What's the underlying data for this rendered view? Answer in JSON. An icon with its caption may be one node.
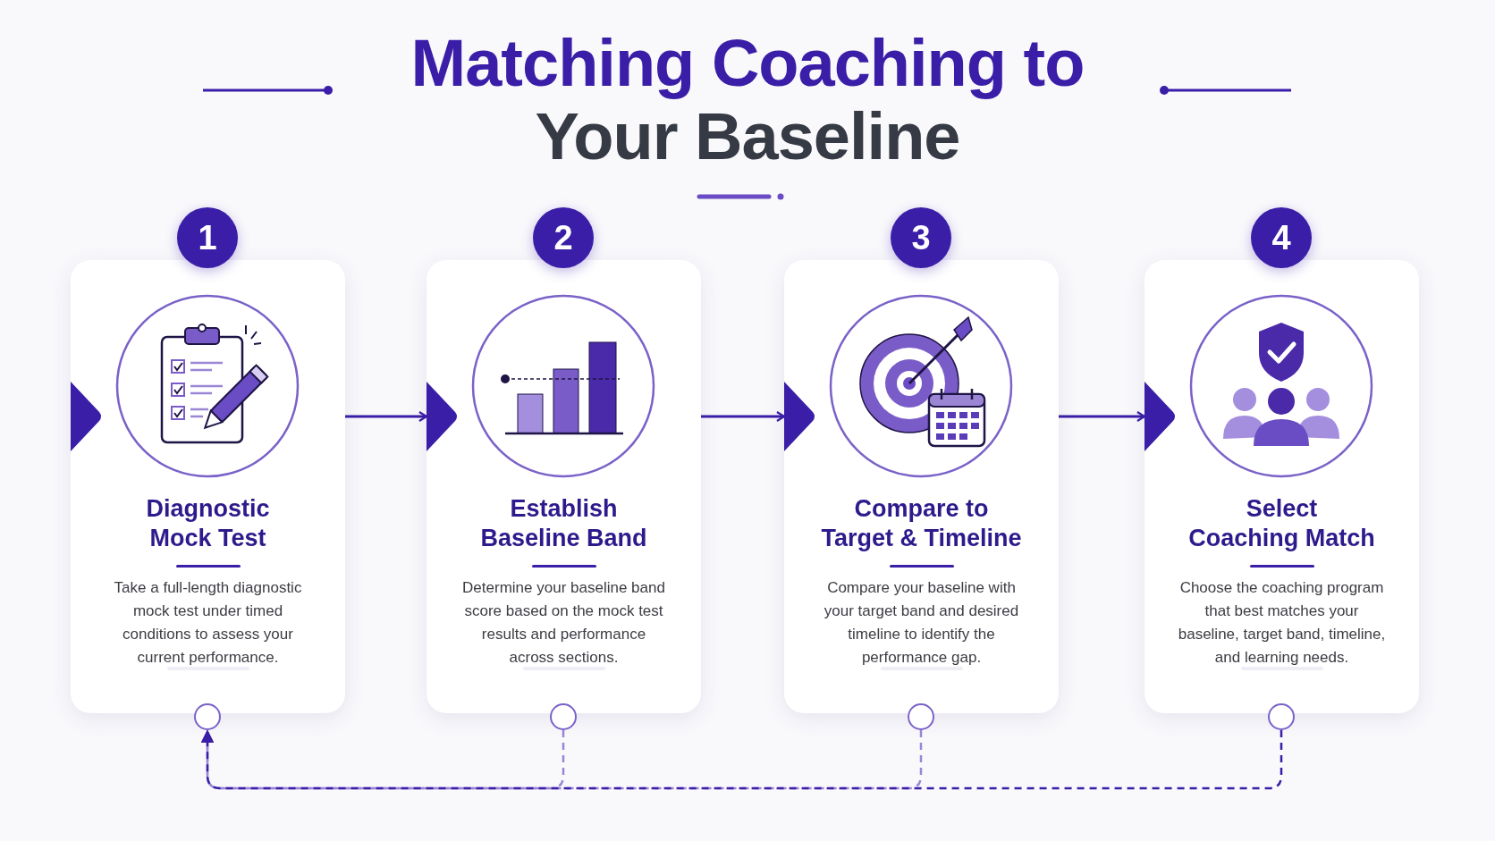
{
  "diagram": {
    "title": "Matching Coaching to Your Baseline",
    "nodes": [
      {
        "text": [
          "1"
        ]
      },
      {
        "text": [
          "Diagnostic Mock Test",
          "Take a full-length diagnostic mock test under timed conditions to assess your current performance."
        ]
      },
      {
        "text": [],
        "shape": "circle"
      },
      {
        "text": [
          "2"
        ]
      },
      {
        "text": [
          "Establish Baseline Band",
          "Determine your baseline band score based on the mock test results and performance across sections."
        ]
      },
      {
        "text": [],
        "shape": "circle"
      },
      {
        "text": [
          "3"
        ]
      },
      {
        "text": [
          "Compare to Target & Timeline",
          "Compare your baseline with your target band and desired timeline to identify the performance gap."
        ]
      },
      {
        "text": [],
        "shape": "circle"
      },
      {
        "text": [
          "4"
        ]
      },
      {
        "text": [
          "Select Coaching Match",
          "Choose the coaching program that best matches your baseline, target band, timeline, and learning needs."
        ]
      },
      {
        "text": [],
        "shape": "circle"
      },
      {
        "text": [],
        "shape": "triangle",
        "in": 1
      },
      {
        "text": [],
        "shape": "triangle",
        "in": 4
      },
      {
        "text": [],
        "shape": "triangle",
        "in": 7
      },
      {
        "text": [],
        "shape": "triangle",
        "in": 10
      }
    ],
    "edges": [
      {
        "from": 1,
        "to": 4,
        "arrow": "to"
      },
      {
        "from": 4,
        "to": 7,
        "arrow": "to"
      },
      {
        "from": 7,
        "to": 10,
        "arrow": "to"
      },
      {
        "from": 5,
        "to": 2,
        "arrow": "to",
        "style": "dashed",
        "color": "#9a86d4"
      },
      {
        "from": 8,
        "to": 2,
        "arrow": "to",
        "style": "dashed",
        "color": "#9a86d4"
      },
      {
        "from": 11,
        "to": 2,
        "arrow": "to",
        "style": "dashed"
      }
    ]
  }
}
